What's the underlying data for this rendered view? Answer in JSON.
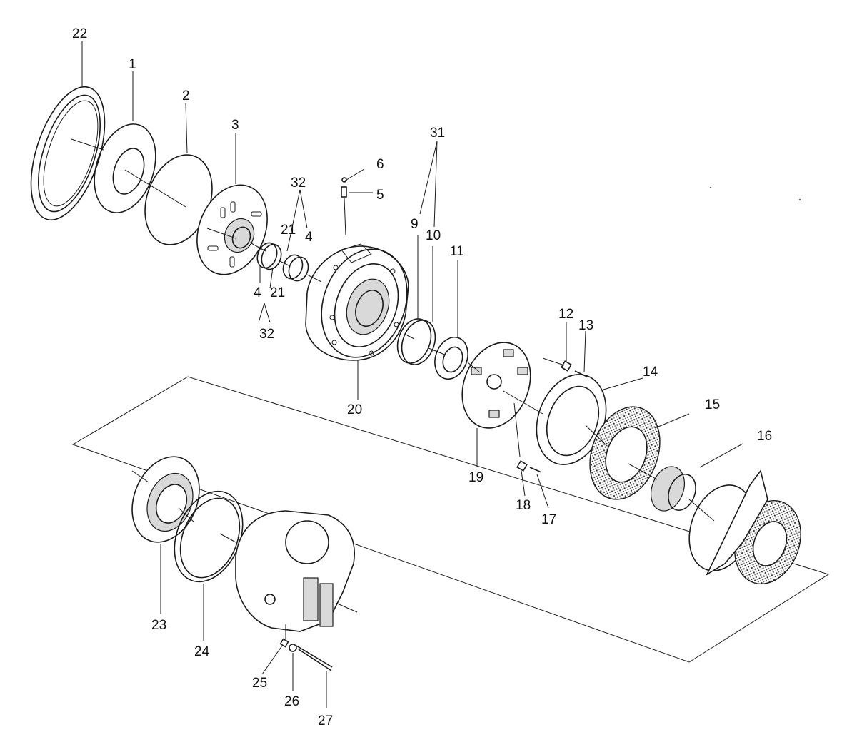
{
  "diagram": {
    "labels": {
      "l22": "22",
      "l1": "1",
      "l2": "2",
      "l3": "3",
      "l32a": "32",
      "l21a": "21",
      "l4a": "4",
      "l4b": "4",
      "l21b": "21",
      "l32b": "32",
      "l6": "6",
      "l5": "5",
      "l31": "31",
      "l9": "9",
      "l10": "10",
      "l11": "11",
      "l20": "20",
      "l12": "12",
      "l13": "13",
      "l14": "14",
      "l15": "15",
      "l16": "16",
      "l19": "19",
      "l18": "18",
      "l17": "17",
      "l23": "23",
      "l24": "24",
      "l25": "25",
      "l26": "26",
      "l27": "27"
    }
  }
}
